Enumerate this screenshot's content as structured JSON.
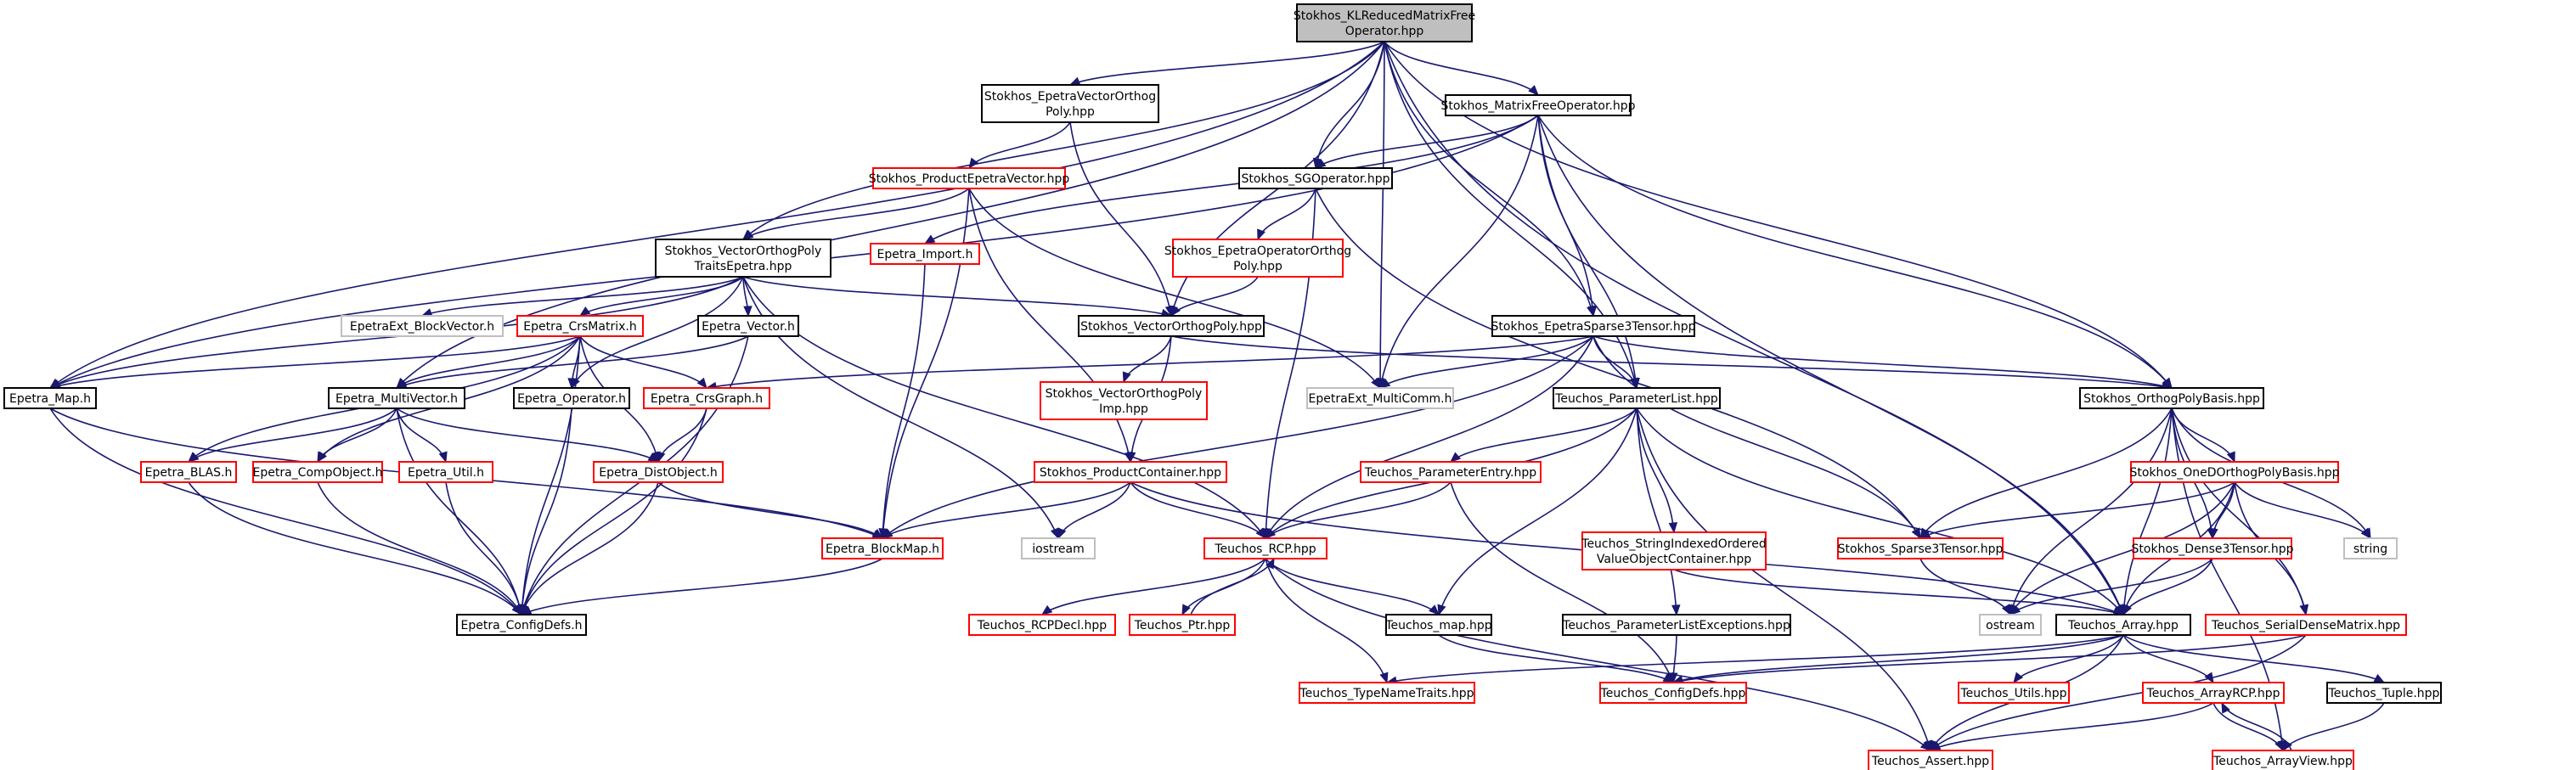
{
  "colors": {
    "edge": "#191970",
    "root_fill": "#bfbfbf",
    "border_black": "#000000",
    "border_red": "#ff0000",
    "border_gray": "#bfbfbf",
    "fill": "#ffffff"
  },
  "nodes": [
    {
      "id": "root",
      "lines": [
        "Stokhos_KLReducedMatrixFree",
        "Operator.hpp"
      ],
      "style": "root"
    },
    {
      "id": "evop",
      "lines": [
        "Stokhos_EpetraVectorOrthog",
        "Poly.hpp"
      ],
      "style": "black"
    },
    {
      "id": "mfo",
      "lines": [
        "Stokhos_MatrixFreeOperator.hpp"
      ],
      "style": "black"
    },
    {
      "id": "pev",
      "lines": [
        "Stokhos_ProductEpetraVector.hpp"
      ],
      "style": "red"
    },
    {
      "id": "sgop",
      "lines": [
        "Stokhos_SGOperator.hpp"
      ],
      "style": "black"
    },
    {
      "id": "vopte",
      "lines": [
        "Stokhos_VectorOrthogPoly",
        "TraitsEpetra.hpp"
      ],
      "style": "black"
    },
    {
      "id": "eimport",
      "lines": [
        "Epetra_Import.h"
      ],
      "style": "red"
    },
    {
      "id": "eoop",
      "lines": [
        "Stokhos_EpetraOperatorOrthog",
        "Poly.hpp"
      ],
      "style": "red"
    },
    {
      "id": "ebv",
      "lines": [
        "EpetraExt_BlockVector.h"
      ],
      "style": "gray"
    },
    {
      "id": "crsm",
      "lines": [
        "Epetra_CrsMatrix.h"
      ],
      "style": "red"
    },
    {
      "id": "evec",
      "lines": [
        "Epetra_Vector.h"
      ],
      "style": "black"
    },
    {
      "id": "vop",
      "lines": [
        "Stokhos_VectorOrthogPoly.hpp"
      ],
      "style": "black"
    },
    {
      "id": "es3t",
      "lines": [
        "Stokhos_EpetraSparse3Tensor.hpp"
      ],
      "style": "black"
    },
    {
      "id": "emap",
      "lines": [
        "Epetra_Map.h"
      ],
      "style": "black"
    },
    {
      "id": "emv",
      "lines": [
        "Epetra_MultiVector.h"
      ],
      "style": "black"
    },
    {
      "id": "eop",
      "lines": [
        "Epetra_Operator.h"
      ],
      "style": "black"
    },
    {
      "id": "ecg",
      "lines": [
        "Epetra_CrsGraph.h"
      ],
      "style": "red"
    },
    {
      "id": "vopimp",
      "lines": [
        "Stokhos_VectorOrthogPoly",
        "Imp.hpp"
      ],
      "style": "red"
    },
    {
      "id": "emc",
      "lines": [
        "EpetraExt_MultiComm.h"
      ],
      "style": "gray"
    },
    {
      "id": "tpl",
      "lines": [
        "Teuchos_ParameterList.hpp"
      ],
      "style": "black"
    },
    {
      "id": "opb",
      "lines": [
        "Stokhos_OrthogPolyBasis.hpp"
      ],
      "style": "black"
    },
    {
      "id": "eblas",
      "lines": [
        "Epetra_BLAS.h"
      ],
      "style": "red"
    },
    {
      "id": "ecompobj",
      "lines": [
        "Epetra_CompObject.h"
      ],
      "style": "red"
    },
    {
      "id": "eutil",
      "lines": [
        "Epetra_Util.h"
      ],
      "style": "red"
    },
    {
      "id": "edo",
      "lines": [
        "Epetra_DistObject.h"
      ],
      "style": "red"
    },
    {
      "id": "spc",
      "lines": [
        "Stokhos_ProductContainer.hpp"
      ],
      "style": "red"
    },
    {
      "id": "tpe",
      "lines": [
        "Teuchos_ParameterEntry.hpp"
      ],
      "style": "red"
    },
    {
      "id": "tsivoc",
      "lines": [
        "Teuchos_StringIndexedOrdered",
        "ValueObjectContainer.hpp"
      ],
      "style": "red"
    },
    {
      "id": "odopb",
      "lines": [
        "Stokhos_OneDOrthogPolyBasis.hpp"
      ],
      "style": "red"
    },
    {
      "id": "iostream",
      "lines": [
        "iostream"
      ],
      "style": "gray"
    },
    {
      "id": "ebm",
      "lines": [
        "Epetra_BlockMap.h"
      ],
      "style": "red"
    },
    {
      "id": "trcp",
      "lines": [
        "Teuchos_RCP.hpp"
      ],
      "style": "red"
    },
    {
      "id": "ss3t",
      "lines": [
        "Stokhos_Sparse3Tensor.hpp"
      ],
      "style": "red"
    },
    {
      "id": "sd3t",
      "lines": [
        "Stokhos_Dense3Tensor.hpp"
      ],
      "style": "red"
    },
    {
      "id": "string",
      "lines": [
        "string"
      ],
      "style": "gray"
    },
    {
      "id": "ecd",
      "lines": [
        "Epetra_ConfigDefs.h"
      ],
      "style": "black"
    },
    {
      "id": "trcpdecl",
      "lines": [
        "Teuchos_RCPDecl.hpp"
      ],
      "style": "red"
    },
    {
      "id": "tptr",
      "lines": [
        "Teuchos_Ptr.hpp"
      ],
      "style": "red"
    },
    {
      "id": "tmap",
      "lines": [
        "Teuchos_map.hpp"
      ],
      "style": "black"
    },
    {
      "id": "tple",
      "lines": [
        "Teuchos_ParameterListExceptions.hpp"
      ],
      "style": "black"
    },
    {
      "id": "ostream",
      "lines": [
        "ostream"
      ],
      "style": "gray"
    },
    {
      "id": "tarray",
      "lines": [
        "Teuchos_Array.hpp"
      ],
      "style": "black"
    },
    {
      "id": "tsdm",
      "lines": [
        "Teuchos_SerialDenseMatrix.hpp"
      ],
      "style": "red"
    },
    {
      "id": "ttnt",
      "lines": [
        "Teuchos_TypeNameTraits.hpp"
      ],
      "style": "red"
    },
    {
      "id": "tcd",
      "lines": [
        "Teuchos_ConfigDefs.hpp"
      ],
      "style": "red"
    },
    {
      "id": "tutils",
      "lines": [
        "Teuchos_Utils.hpp"
      ],
      "style": "red"
    },
    {
      "id": "tarcp",
      "lines": [
        "Teuchos_ArrayRCP.hpp"
      ],
      "style": "red"
    },
    {
      "id": "ttuple",
      "lines": [
        "Teuchos_Tuple.hpp"
      ],
      "style": "black"
    },
    {
      "id": "tassert",
      "lines": [
        "Teuchos_Assert.hpp"
      ],
      "style": "red"
    },
    {
      "id": "tav",
      "lines": [
        "Teuchos_ArrayView.hpp"
      ],
      "style": "red"
    }
  ],
  "edges": [
    [
      "root",
      "evop"
    ],
    [
      "root",
      "mfo"
    ],
    [
      "root",
      "vopte"
    ],
    [
      "root",
      "vop"
    ],
    [
      "root",
      "sgop"
    ],
    [
      "root",
      "es3t"
    ],
    [
      "root",
      "emc"
    ],
    [
      "root",
      "tpl"
    ],
    [
      "root",
      "opb"
    ],
    [
      "root",
      "emap"
    ],
    [
      "root",
      "emv"
    ],
    [
      "root",
      "tarray"
    ],
    [
      "evop",
      "pev"
    ],
    [
      "evop",
      "vop"
    ],
    [
      "mfo",
      "sgop"
    ],
    [
      "mfo",
      "eimport"
    ],
    [
      "mfo",
      "emap"
    ],
    [
      "mfo",
      "es3t"
    ],
    [
      "mfo",
      "emc"
    ],
    [
      "mfo",
      "tpl"
    ],
    [
      "mfo",
      "opb"
    ],
    [
      "mfo",
      "tarray"
    ],
    [
      "pev",
      "vopte"
    ],
    [
      "pev",
      "spc"
    ],
    [
      "pev",
      "emc"
    ],
    [
      "pev",
      "ebm"
    ],
    [
      "sgop",
      "eoop"
    ],
    [
      "sgop",
      "trcp"
    ],
    [
      "sgop",
      "ss3t"
    ],
    [
      "eoop",
      "vop"
    ],
    [
      "eimport",
      "ebm"
    ],
    [
      "vopte",
      "ebv"
    ],
    [
      "vopte",
      "crsm"
    ],
    [
      "vopte",
      "evec"
    ],
    [
      "vopte",
      "vop"
    ],
    [
      "vopte",
      "emap"
    ],
    [
      "vopte",
      "eop"
    ],
    [
      "vopte",
      "iostream"
    ],
    [
      "vopte",
      "trcp"
    ],
    [
      "crsm",
      "emap"
    ],
    [
      "crsm",
      "emv"
    ],
    [
      "crsm",
      "eop"
    ],
    [
      "crsm",
      "ecg"
    ],
    [
      "crsm",
      "eblas"
    ],
    [
      "crsm",
      "ecompobj"
    ],
    [
      "crsm",
      "edo"
    ],
    [
      "crsm",
      "ecd"
    ],
    [
      "evec",
      "emv"
    ],
    [
      "evec",
      "ecd"
    ],
    [
      "vop",
      "vopimp"
    ],
    [
      "vop",
      "spc"
    ],
    [
      "vop",
      "opb"
    ],
    [
      "es3t",
      "ecg"
    ],
    [
      "es3t",
      "emc"
    ],
    [
      "es3t",
      "tpl"
    ],
    [
      "es3t",
      "opb"
    ],
    [
      "es3t",
      "ss3t"
    ],
    [
      "es3t",
      "trcp"
    ],
    [
      "es3t",
      "ebm"
    ],
    [
      "emap",
      "ebm"
    ],
    [
      "emap",
      "ecd"
    ],
    [
      "emv",
      "eblas"
    ],
    [
      "emv",
      "ecompobj"
    ],
    [
      "emv",
      "eutil"
    ],
    [
      "emv",
      "edo"
    ],
    [
      "emv",
      "ecd"
    ],
    [
      "eop",
      "ecd"
    ],
    [
      "ecg",
      "edo"
    ],
    [
      "ecg",
      "ecd"
    ],
    [
      "tpl",
      "tpe"
    ],
    [
      "tpl",
      "tsivoc"
    ],
    [
      "tpl",
      "trcp"
    ],
    [
      "tpl",
      "tmap"
    ],
    [
      "tpl",
      "tple"
    ],
    [
      "tpl",
      "tarray"
    ],
    [
      "tpl",
      "tassert"
    ],
    [
      "opb",
      "odopb"
    ],
    [
      "opb",
      "sd3t"
    ],
    [
      "opb",
      "ss3t"
    ],
    [
      "opb",
      "string"
    ],
    [
      "opb",
      "ostream"
    ],
    [
      "opb",
      "tarray"
    ],
    [
      "opb",
      "tsdm"
    ],
    [
      "opb",
      "tav"
    ],
    [
      "eblas",
      "ecd"
    ],
    [
      "ecompobj",
      "ecd"
    ],
    [
      "eutil",
      "ecd"
    ],
    [
      "edo",
      "ebm"
    ],
    [
      "edo",
      "ecd"
    ],
    [
      "spc",
      "ebm"
    ],
    [
      "spc",
      "trcp"
    ],
    [
      "spc",
      "iostream"
    ],
    [
      "spc",
      "tarray"
    ],
    [
      "tpe",
      "trcp"
    ],
    [
      "tpe",
      "tcd"
    ],
    [
      "tsivoc",
      "tarray"
    ],
    [
      "odopb",
      "ss3t"
    ],
    [
      "odopb",
      "sd3t"
    ],
    [
      "odopb",
      "string"
    ],
    [
      "odopb",
      "ostream"
    ],
    [
      "odopb",
      "tarray"
    ],
    [
      "odopb",
      "tsdm"
    ],
    [
      "ebm",
      "ecd"
    ],
    [
      "trcp",
      "trcpdecl"
    ],
    [
      "trcp",
      "tptr"
    ],
    [
      "trcp",
      "tmap"
    ],
    [
      "trcp",
      "ttnt"
    ],
    [
      "trcp",
      "tassert"
    ],
    [
      "tptr",
      "trcp"
    ],
    [
      "ss3t",
      "ostream"
    ],
    [
      "sd3t",
      "ostream"
    ],
    [
      "sd3t",
      "tarray"
    ],
    [
      "tmap",
      "tcd"
    ],
    [
      "tple",
      "tcd"
    ],
    [
      "tarray",
      "ttnt"
    ],
    [
      "tarray",
      "tcd"
    ],
    [
      "tarray",
      "tutils"
    ],
    [
      "tarray",
      "tarcp"
    ],
    [
      "tarray",
      "ttuple"
    ],
    [
      "tarray",
      "tassert"
    ],
    [
      "tsdm",
      "tcd"
    ],
    [
      "tsdm",
      "tassert"
    ],
    [
      "tarcp",
      "tassert"
    ],
    [
      "tarcp",
      "tav"
    ],
    [
      "ttuple",
      "tav"
    ],
    [
      "tav",
      "tarcp"
    ]
  ]
}
